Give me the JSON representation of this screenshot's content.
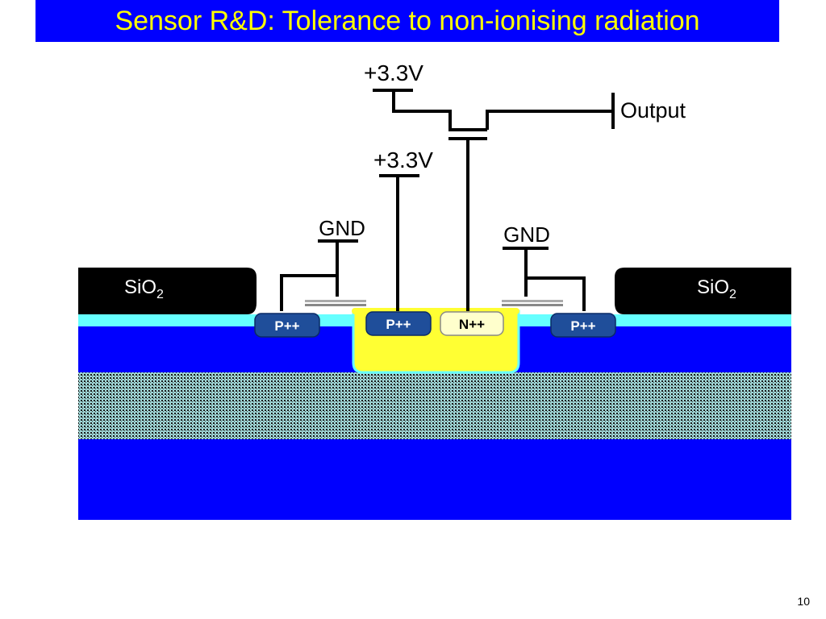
{
  "slide": {
    "title": "Sensor R&D: Tolerance to non-ionising radiation",
    "page_number": "10"
  },
  "labels": {
    "vdd_top": "+3.3V",
    "output": "Output",
    "vdd_reset": "+3.3V",
    "gnd_left": "GND",
    "gnd_right": "GND",
    "sio2_base": "SiO",
    "sio2_sub": "2"
  },
  "implants": {
    "p_left": "P++",
    "p_mid": "P++",
    "n_mid": "N++",
    "p_right": "P++"
  },
  "colors": {
    "title_bg": "#0000ff",
    "title_text": "#ffff00",
    "epi_layer": "#0000ff",
    "surface_layer": "#66ffff",
    "n_well": "#ffff33",
    "implant_p": "#1f4e9a",
    "oxide": "#000000"
  }
}
